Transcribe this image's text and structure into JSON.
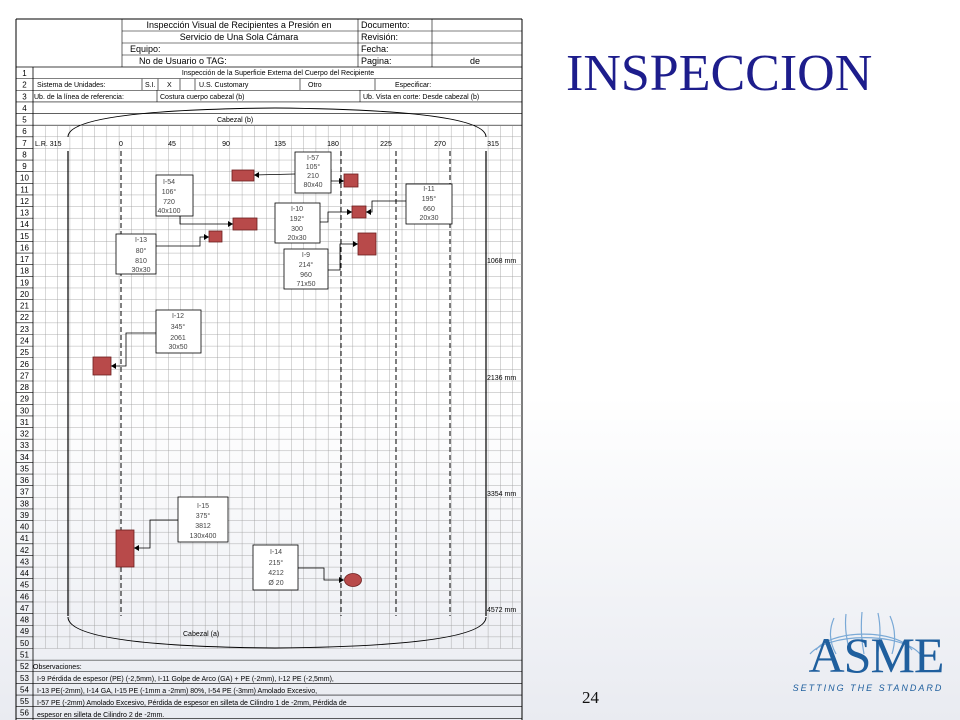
{
  "slide": {
    "title": "INSPECCION",
    "page_number": "24"
  },
  "form": {
    "title_line1": "Inspección Visual de Recipientes a Presión en",
    "title_line2": "Servicio de Una Sola Cámara",
    "documento": "Documento:",
    "revision": "Revisión:",
    "equipo": "Equipo:",
    "fecha": "Fecha:",
    "usuario": "No de Usuario o TAG:",
    "pagina": "Pagina:",
    "de": "de",
    "r1_title": "Inspección de la Superficie Externa del Cuerpo del Recipiente",
    "units_label": "Sistema de Unidades:",
    "si": "S.I.",
    "x_mark": "X",
    "us": "U.S. Customary",
    "otro": "Otro",
    "especificar": "Especificar:",
    "ref_label": "Ub. de la línea de referencia:",
    "ref_value": "Costura cuerpo cabezal (b)",
    "view_label": "Ub. Vista en corte: Desde cabezal (b)",
    "cabezal_b": "Cabezal (b)",
    "cabezal_a": "Cabezal (a)",
    "lr_label": "L.R. 315",
    "angles": [
      "0",
      "45",
      "90",
      "135",
      "180",
      "225",
      "270",
      "315"
    ],
    "dims": [
      "1068 mm",
      "2136 mm",
      "3354 mm",
      "4572 mm"
    ],
    "observaciones": "Observaciones:",
    "notes": [
      "I-9 Pérdida de espesor (PE) (-2,5mm), I-11 Golpe de Arco (GA) + PE (-2mm), I-12 PE (-2,5mm),",
      "I-13 PE(-2mm), I-14 GA, I-15 PE (-1mm a -2mm) 80%, I-54 PE (-3mm) Amolado Excesivo,",
      "I-57 PE (-2mm) Amolado Excesivo, Pérdida de espesor en silleta de Cilindro 1 de -2mm, Pérdida de",
      "espesor en silleta de Cilindro 2 de -2mm."
    ],
    "row_numbers": [
      "1",
      "2",
      "3",
      "4",
      "5",
      "6",
      "7",
      "8",
      "9",
      "10",
      "11",
      "12",
      "13",
      "14",
      "15",
      "16",
      "17",
      "18",
      "19",
      "20",
      "21",
      "22",
      "23",
      "24",
      "25",
      "26",
      "27",
      "28",
      "29",
      "30",
      "31",
      "32",
      "33",
      "34",
      "35",
      "36",
      "37",
      "38",
      "39",
      "40",
      "41",
      "42",
      "43",
      "44",
      "45",
      "46",
      "47",
      "48",
      "49",
      "50",
      "51",
      "52",
      "53",
      "54",
      "55",
      "56"
    ]
  },
  "defects": [
    {
      "id": "I-57",
      "lines": [
        "I-57",
        "105°",
        "210",
        "80x40"
      ]
    },
    {
      "id": "I-54",
      "lines": [
        "I-54",
        "106°",
        "720",
        "40x100"
      ]
    },
    {
      "id": "I-11",
      "lines": [
        "I-11",
        "195°",
        "660",
        "20x30"
      ]
    },
    {
      "id": "I-10",
      "lines": [
        "I-10",
        "192°",
        "300",
        "20x30"
      ]
    },
    {
      "id": "I-13",
      "lines": [
        "I-13",
        "80°",
        "810",
        "30x30"
      ]
    },
    {
      "id": "I-9",
      "lines": [
        "I-9",
        "214°",
        "960",
        "71x50"
      ]
    },
    {
      "id": "I-12",
      "lines": [
        "I-12",
        "345°",
        "2061",
        "30x50"
      ]
    },
    {
      "id": "I-15",
      "lines": [
        "I-15",
        "375°",
        "3812",
        "130x400"
      ]
    },
    {
      "id": "I-14",
      "lines": [
        "I-14",
        "215°",
        "4212",
        "Ø 20"
      ]
    }
  ],
  "logo": {
    "text": "ASME",
    "tagline": "SETTING THE STANDARD",
    "color": "#1f5f9e"
  },
  "colors": {
    "defect_fill": "#b84a4a",
    "title": "#1d1d8c"
  }
}
